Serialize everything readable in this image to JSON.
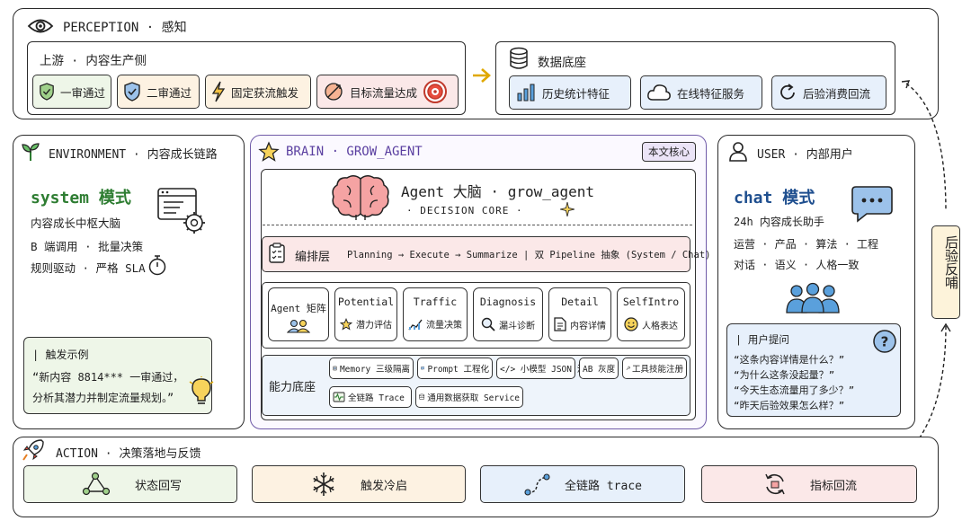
{
  "perception": {
    "title": "PERCEPTION · 感知",
    "upstream": {
      "title": "上游 · 内容生产侧",
      "items": [
        "一审通过",
        "二审通过",
        "固定获流触发",
        "目标流量达成"
      ]
    },
    "data_base": {
      "title": "数据底座",
      "items": [
        "历史统计特征",
        "在线特征服务",
        "后验消费回流"
      ]
    }
  },
  "environment": {
    "title": "ENVIRONMENT · 内容成长链路",
    "mode_prefix": "system",
    "mode_suffix": "模式",
    "lines": [
      "内容成长中枢大脑",
      "B 端调用 · 批量决策",
      "规则驱动 · 严格 SLA"
    ],
    "example_title": "| 触发示例",
    "example_lines": [
      "“新内容 8814*** 一审通过，",
      "分析其潜力并制定流量规划。”"
    ]
  },
  "brain": {
    "title": "BRAIN · GROW_AGENT",
    "badge": "本文核心",
    "core_title": "Agent 大脑 · grow_agent",
    "core_sub": "· DECISION CORE ·",
    "orchestration": {
      "label": "编排层",
      "text": "Planning → Execute → Summarize  |  双 Pipeline 抽象 (System / Chat)"
    },
    "agents": [
      {
        "title": "Agent 矩阵",
        "label": ""
      },
      {
        "title": "Potential",
        "label": "潜力评估"
      },
      {
        "title": "Traffic",
        "label": "流量决策"
      },
      {
        "title": "Diagnosis",
        "label": "漏斗诊断"
      },
      {
        "title": "Detail",
        "label": "内容详情"
      },
      {
        "title": "SelfIntro",
        "label": "人格表达"
      }
    ],
    "capability": {
      "label": "能力底座",
      "row1": [
        "Memory 三级隔离",
        "Prompt 工程化",
        "</> 小模型 JSON 治理",
        "AB 灰度",
        "工具技能注册"
      ],
      "row2": [
        "全链路 Trace",
        "通用数据获取 Service"
      ]
    }
  },
  "user": {
    "title": "USER · 内部用户",
    "mode_prefix": "chat",
    "mode_suffix": "模式",
    "lines": [
      "24h 内容成长助手",
      "运营 · 产品 · 算法 · 工程",
      "对话 · 语义 · 人格一致"
    ],
    "questions_title": "| 用户提问",
    "questions": [
      "“这条内容详情是什么？”",
      "“为什么这条没起量？”",
      "“今天生态流量用了多少？”",
      "“昨天后验效果怎么样？”"
    ]
  },
  "feedback_label": "后验反哺",
  "action": {
    "title": "ACTION · 决策落地与反馈",
    "items": [
      "状态回写",
      "触发冷启",
      "全链路 trace",
      "指标回流"
    ]
  },
  "colors": {
    "green_bg": "#eef6e8",
    "blue_bg": "#e7f0fb",
    "orange_bg": "#fdf2e2",
    "red_bg": "#fbe8e8",
    "brain_border": "#6f5aa8",
    "brain_title": "#5a3fa0",
    "feedback_bg": "#fdf3da"
  }
}
